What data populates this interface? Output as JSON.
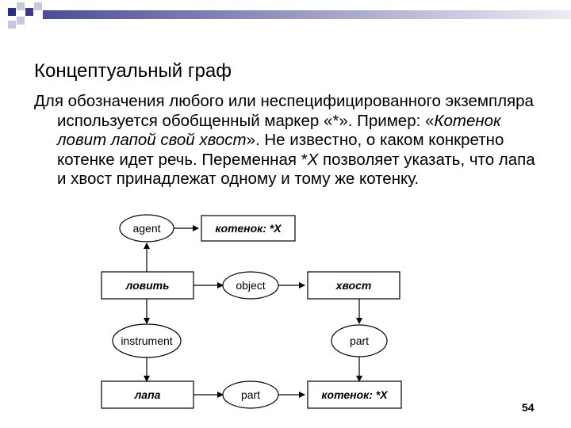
{
  "slide": {
    "title": "Концептуальный граф",
    "paragraph_parts": [
      "Для обозначения любого или неспецифицированного экземпляра используется обобщенный маркер «*». Пример: «",
      "Котенок ловит лапой свой хвост",
      "». Не известно, о каком конкретно котенке идет речь. Переменная *",
      "X",
      " позволяет указать, что лапа и хвост принадлежат одному и тому же котенку."
    ],
    "page_number": "54"
  },
  "diagram": {
    "concepts": {
      "agent_target": "котенок: *X",
      "catch": "ловить",
      "tail": "хвост",
      "paw": "лапа",
      "part_target": "котенок: *X"
    },
    "relations": {
      "agent": "agent",
      "object": "object",
      "instrument": "instrument",
      "part_tail": "part",
      "part_paw": "part"
    }
  },
  "colors": {
    "deco_dark": "#2b2b8a",
    "deco_light": "#c8c8dc",
    "line": "#000000"
  }
}
